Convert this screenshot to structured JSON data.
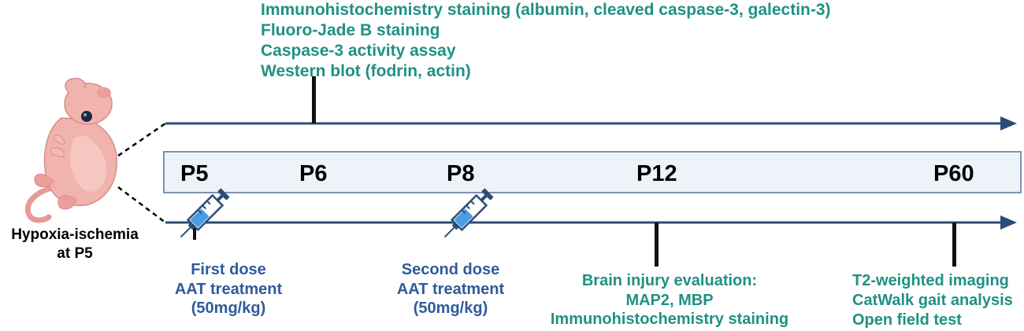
{
  "top_readouts": [
    "Immunohistochemistry staining (albumin, cleaved caspase-3, galectin-3)",
    "Fluoro-Jade B staining",
    "Caspase-3 activity assay",
    "Western blot (fodrin, actin)"
  ],
  "days": [
    "P5",
    "P6",
    "P8",
    "P12",
    "P60"
  ],
  "model_label": {
    "line1": "Hypoxia-ischemia",
    "line2": "at P5"
  },
  "first_dose": {
    "line1": "First dose",
    "line2": "AAT treatment",
    "line3": "(50mg/kg)"
  },
  "second_dose": {
    "line1": "Second dose",
    "line2": "AAT treatment",
    "line3": "(50mg/kg)"
  },
  "brain_injury": {
    "line1": "Brain injury evaluation:",
    "line2": "MAP2,  MBP",
    "line3": "Immunohistochemistry staining"
  },
  "long_term": [
    "T2-weighted imaging",
    "CatWalk gait analysis",
    "Open field test"
  ],
  "colors": {
    "arrow": "#2d4d78",
    "teal": "#1f9183",
    "blue": "#2e5b9b",
    "box_fill": "#eef2f9",
    "box_stroke": "#7d93b5"
  },
  "icons": [
    "newborn-pup-icon",
    "syringe-icon"
  ]
}
